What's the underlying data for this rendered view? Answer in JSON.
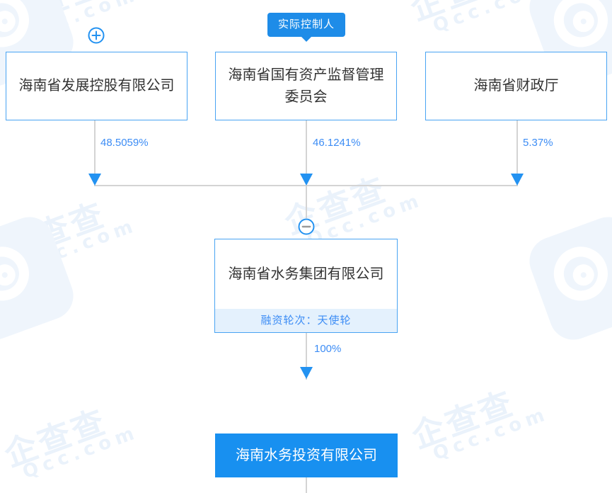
{
  "diagram": {
    "type": "equity-ownership-tree",
    "badge": {
      "label": "实际控制人"
    },
    "shareholders": [
      {
        "name": "海南省发展控股有限公司",
        "percent": "48.5059%",
        "toggle": "plus-icon"
      },
      {
        "name": "海南省国有资产监督管理委员会",
        "percent": "46.1241%",
        "toggle": null
      },
      {
        "name": "海南省财政厅",
        "percent": "5.37%",
        "toggle": null
      }
    ],
    "center_company": {
      "name": "海南省水务集团有限公司",
      "footer_label": "融资轮次：天使轮",
      "toggle": "minus-icon",
      "percent_to_child": "100%"
    },
    "subsidiary": {
      "name": "海南水务投资有限公司",
      "highlighted": true
    },
    "watermark": {
      "cn": "企查查",
      "en": "Qcc.com"
    },
    "colors": {
      "accent_blue": "#1890f0",
      "border_blue": "#49a4f3",
      "badge_blue": "#1e8ce8",
      "percent_blue": "#3d8df5",
      "arrow_blue": "#2392f1",
      "line_gray": "#d4d4d4",
      "footer_bg": "#e4f1fd",
      "text_dark": "#333333",
      "watermark": "#eaf2fb"
    }
  }
}
